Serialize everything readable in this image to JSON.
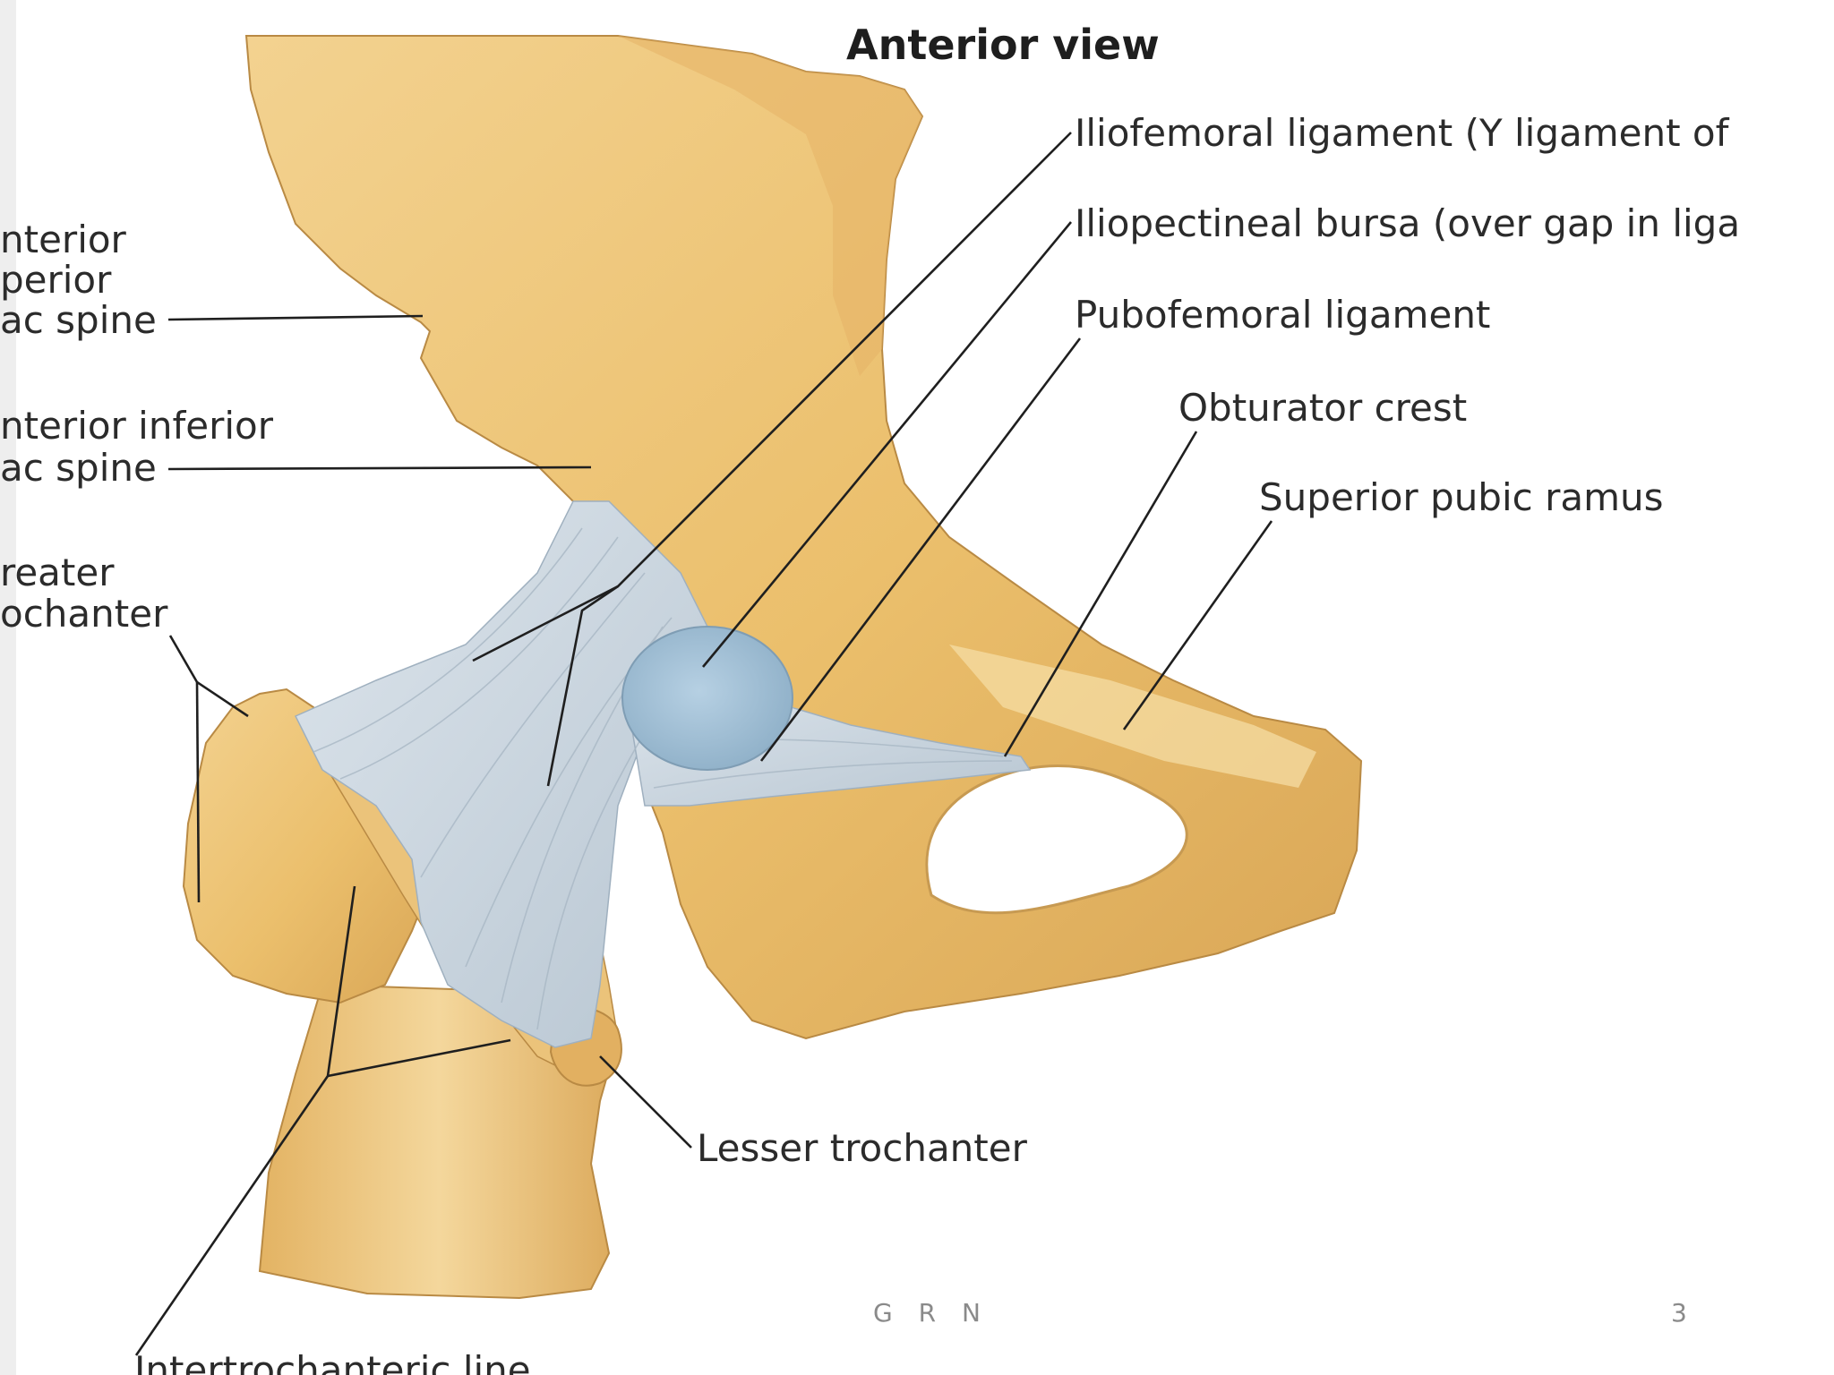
{
  "title": "Anterior view",
  "labels": {
    "iliofemoral_ligament": "Iliofemoral ligament (Y ligament of",
    "iliopectineal_bursa": "Iliopectineal bursa (over gap in liga",
    "pubofemoral_ligament": "Pubofemoral ligament",
    "obturator_crest": "Obturator crest",
    "superior_pubic_ramus": "Superior pubic ramus",
    "asis_line1": "nterior",
    "asis_line2": "perior",
    "asis_line3": "ac spine",
    "aiis_line1": "nterior inferior",
    "aiis_line2": "ac spine",
    "greater_trochanter_line1": "reater",
    "greater_trochanter_line2": "ochanter",
    "lesser_trochanter": "Lesser trochanter",
    "intertrochanteric_line": "Intertrochanteric line"
  },
  "footer": {
    "initials": "G R N",
    "page_number": "3"
  },
  "colors": {
    "bone": "#efc87a",
    "bone_light": "#f7deaa",
    "bone_shadow": "#c9954a",
    "ligament": "#c7d3dd",
    "ligament_light": "#e6ecf1",
    "bursa": "#9fc0d8",
    "text": "#2b2b2b"
  }
}
